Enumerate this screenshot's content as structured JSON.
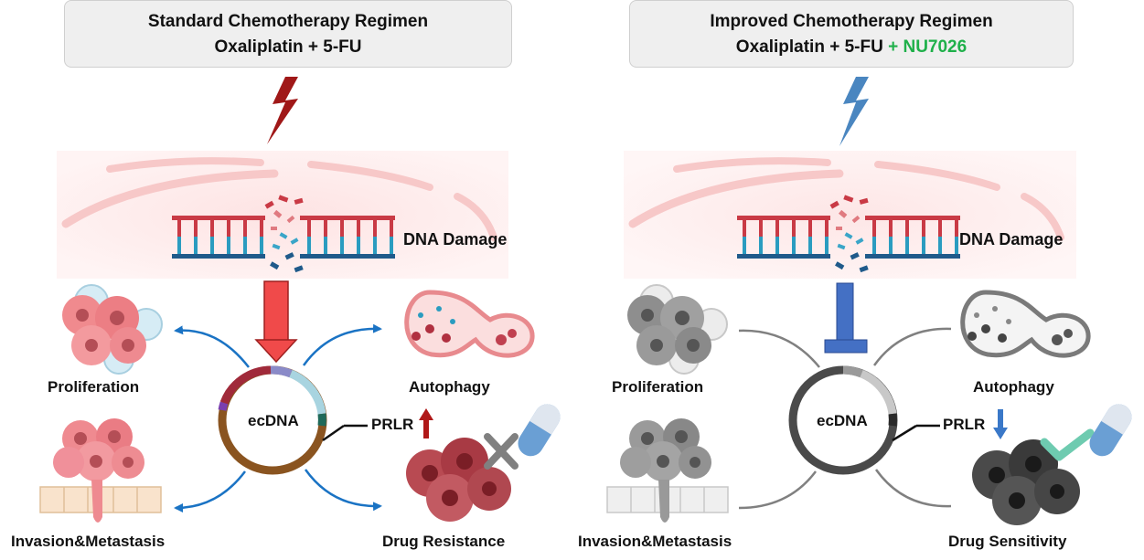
{
  "left": {
    "title": "Standard Chemotherapy Regimen",
    "drugs": "Oxaliplatin + 5-FU",
    "dna_damage": "DNA Damage",
    "ecdna": "ecDNA",
    "prlr": "PRLR",
    "proliferation": "Proliferation",
    "autophagy": "Autophagy",
    "invasion": "Invasion&Metastasis",
    "outcome": "Drug Resistance"
  },
  "right": {
    "title": "Improved Chemotherapy Regimen",
    "drugs": "Oxaliplatin + 5-FU",
    "added_drug": "+ NU7026",
    "dna_damage": "DNA Damage",
    "ecdna": "ecDNA",
    "prlr": "PRLR",
    "proliferation": "Proliferation",
    "autophagy": "Autophagy",
    "invasion": "Invasion&Metastasis",
    "outcome": "Drug Sensitivity"
  },
  "colors": {
    "bolt_left": "#a01818",
    "bolt_right": "#4a86c0",
    "arrow_blue": "#1a73c4",
    "induce_arrow": "#f04a4a",
    "inhibit_bar": "#4470c4",
    "added_drug": "#1fb04a"
  }
}
